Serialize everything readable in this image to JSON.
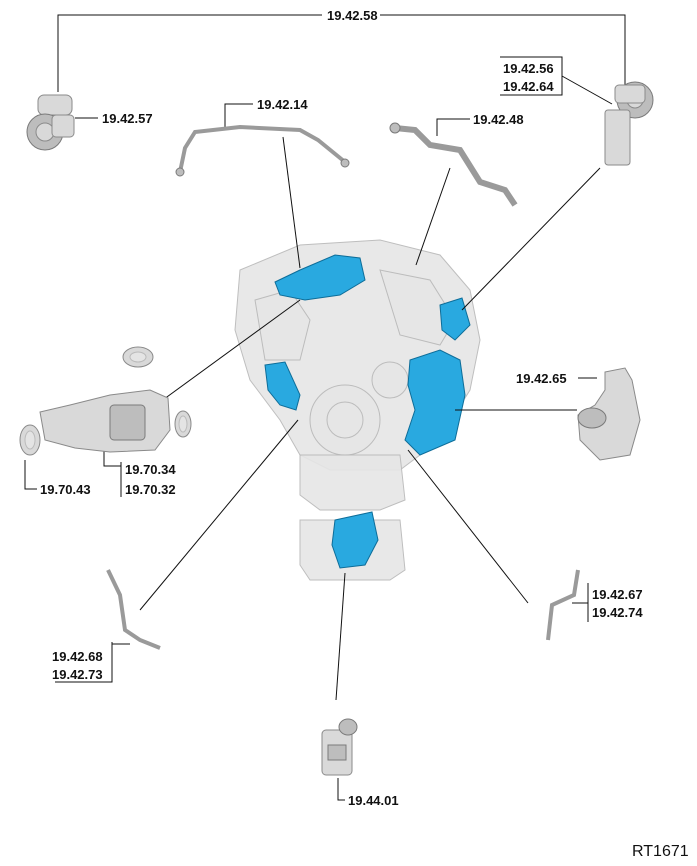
{
  "labels": {
    "l_19_42_58": "19.42.58",
    "l_19_42_57": "19.42.57",
    "l_19_42_14": "19.42.14",
    "l_19_42_48": "19.42.48",
    "l_19_42_56": "19.42.56",
    "l_19_42_64": "19.42.64",
    "l_19_42_65": "19.42.65",
    "l_19_70_34": "19.70.34",
    "l_19_70_32": "19.70.32",
    "l_19_70_43": "19.70.43",
    "l_19_42_67": "19.42.67",
    "l_19_42_74": "19.42.74",
    "l_19_42_68": "19.42.68",
    "l_19_42_73": "19.42.73",
    "l_19_44_01": "19.44.01"
  },
  "reference": "RT1671",
  "colors": {
    "highlight": "#29a9e0",
    "part": "#d9d9d9",
    "line": "#111111"
  }
}
